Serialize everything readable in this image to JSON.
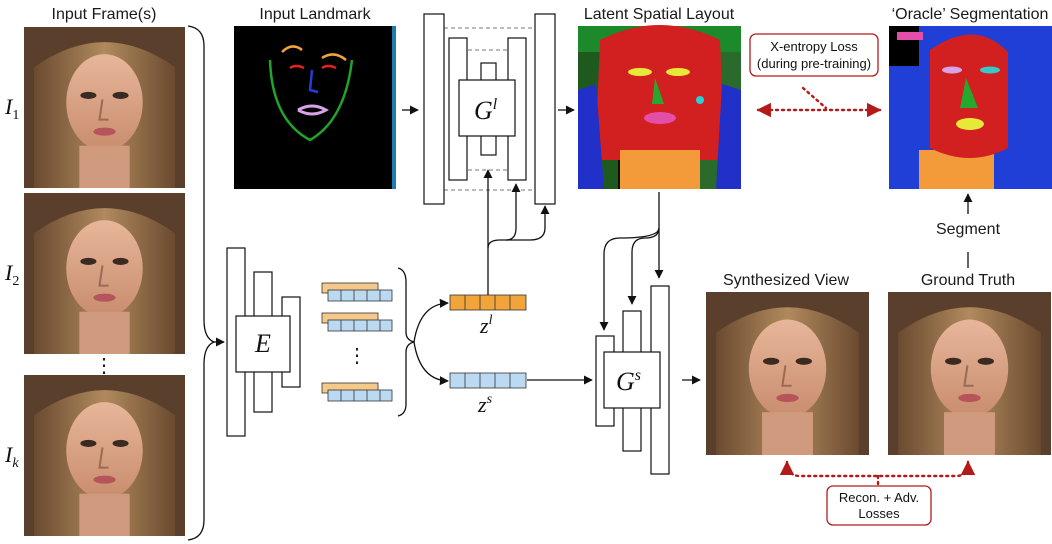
{
  "labels": {
    "input_frames": "Input Frame(s)",
    "input_landmark": "Input Landmark",
    "latent_spatial_layout": "Latent Spatial Layout",
    "oracle_segmentation": "‘Oracle’ Segmentation",
    "synthesized_view": "Synthesized View",
    "ground_truth": "Ground Truth",
    "segment": "Segment",
    "dots": "⋮"
  },
  "frames": [
    {
      "base": "I",
      "sub": "1"
    },
    {
      "base": "I",
      "sub": "2"
    },
    {
      "base": "I",
      "sub": "k"
    }
  ],
  "generators": {
    "layout": {
      "base": "G",
      "sup": "l"
    },
    "synth": {
      "base": "G",
      "sup": "s"
    },
    "encoder": {
      "base": "E"
    }
  },
  "latents": {
    "zl": {
      "base": "z",
      "sup": "l"
    },
    "zs": {
      "base": "z",
      "sup": "s"
    }
  },
  "loss_boxes": {
    "xentropy": [
      "X-entropy Loss",
      "(during pre-training)"
    ],
    "recon": [
      "Recon. + Adv.",
      "Losses"
    ]
  },
  "colors": {
    "landmark_orange": "#f0a43a",
    "latent_blue": "#bcd9f2",
    "seg_red": "#d21f1f",
    "seg_blue": "#1f3fd6",
    "seg_orange": "#f39a3b",
    "loss_red": "#b31b1b"
  }
}
